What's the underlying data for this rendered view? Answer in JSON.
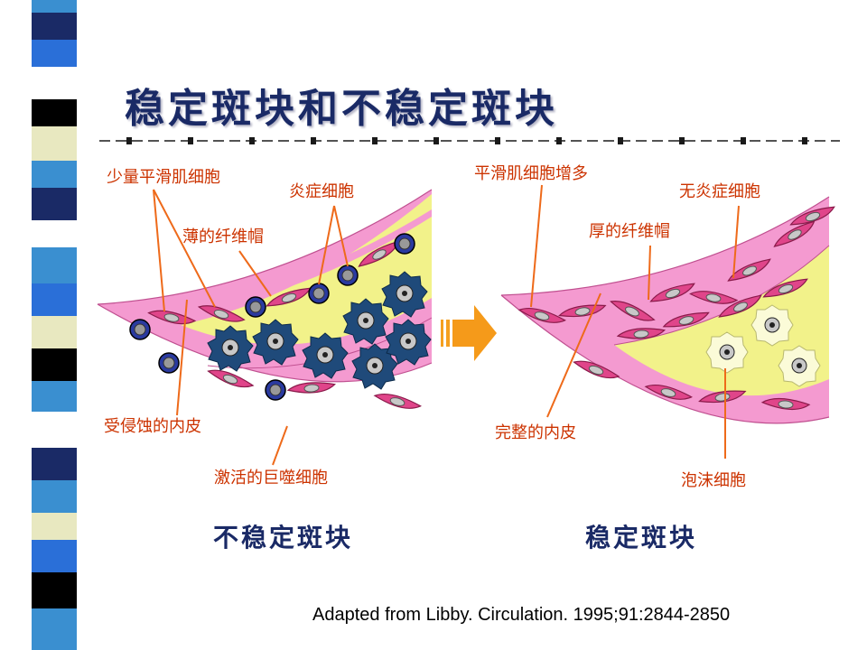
{
  "title": "稳定斑块和不稳定斑块",
  "labels": {
    "unstable": {
      "few_smc": "少量平滑肌细胞",
      "inflammatory_cells": "炎症细胞",
      "thin_cap": "薄的纤维帽",
      "eroded_endothelium": "受侵蚀的内皮",
      "activated_macrophage": "激活的巨噬细胞"
    },
    "stable": {
      "more_smc": "平滑肌细胞增多",
      "no_inflammatory_cells": "无炎症细胞",
      "thick_cap": "厚的纤维帽",
      "intact_endothelium": "完整的内皮",
      "foam_cells": "泡沫细胞"
    }
  },
  "captions": {
    "unstable": "不稳定斑块",
    "stable": "稳定斑块"
  },
  "citation": "Adapted from Libby. Circulation. 1995;91:2844-2850",
  "colors": {
    "title": "#1a2a66",
    "label": "#cc3300",
    "leader_line": "#ee6a1a",
    "vessel_pink": "#f49ad0",
    "cap_yellow": "#f2f28a",
    "macrophage": "#1f4a7a",
    "arrow": "#f59a1a"
  }
}
